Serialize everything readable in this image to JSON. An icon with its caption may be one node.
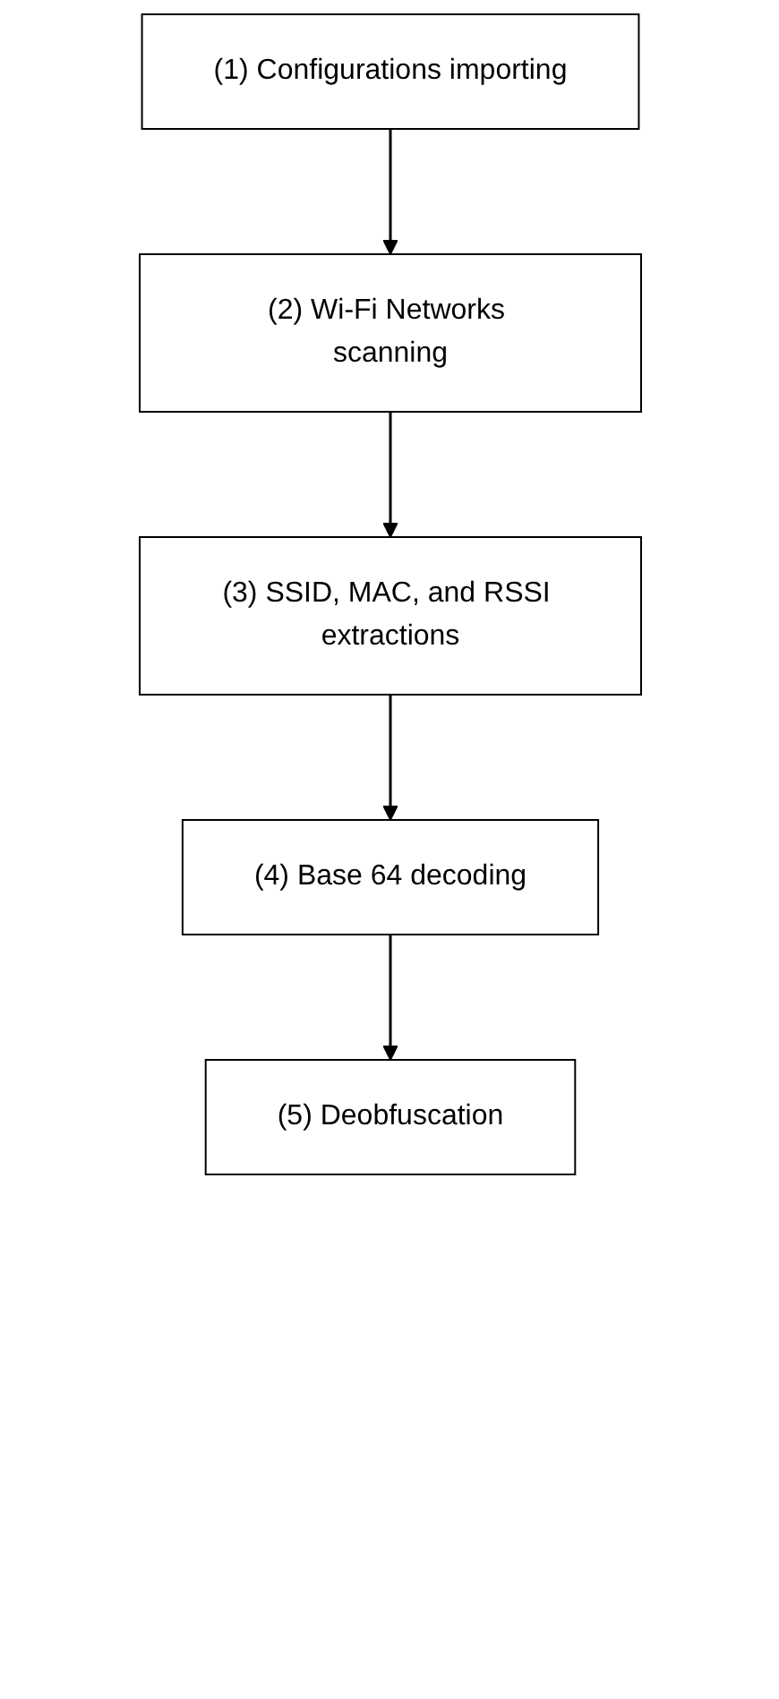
{
  "diagram": {
    "nodes": [
      {
        "text": [
          "(1) Configurations importing"
        ]
      },
      {
        "text": [
          "(2) Wi-Fi Networks scanning"
        ]
      },
      {
        "text": [
          "(3) SSID, MAC, and RSSI extractions"
        ]
      },
      {
        "text": [
          "(4) Base 64 decoding"
        ]
      },
      {
        "text": [
          "(5) Deobfuscation"
        ]
      }
    ],
    "edges": [
      {
        "from": 0,
        "to": 1,
        "arrow": "to"
      },
      {
        "from": 1,
        "to": 2,
        "arrow": "to"
      },
      {
        "from": 2,
        "to": 3,
        "arrow": "to"
      },
      {
        "from": 3,
        "to": 4,
        "arrow": "to"
      }
    ]
  }
}
